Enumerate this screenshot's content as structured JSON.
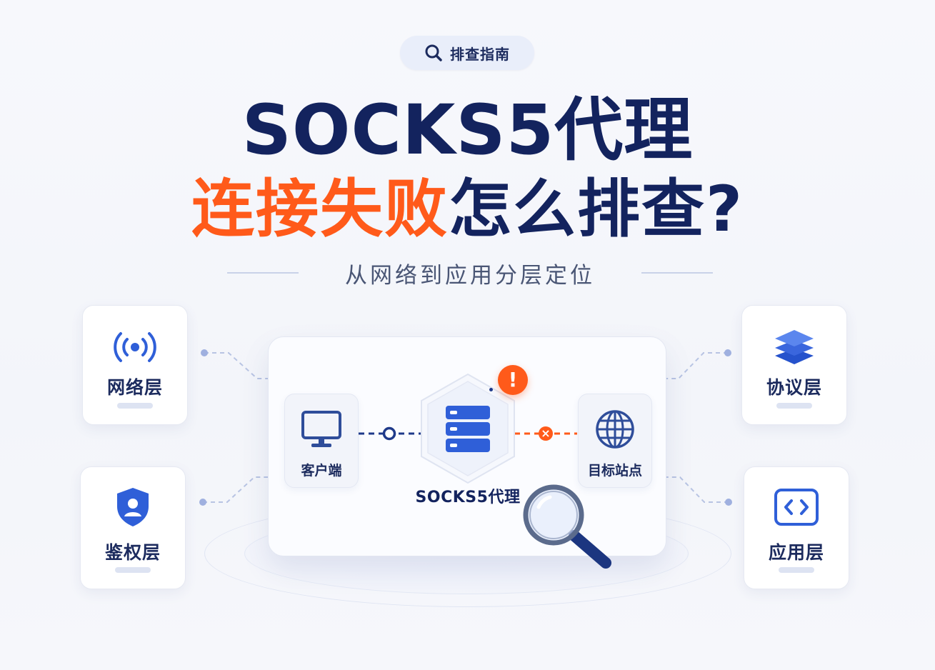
{
  "badge": {
    "icon": "search-icon",
    "label": "排查指南"
  },
  "title": {
    "line1": "SOCKS5代理",
    "line2_highlight": "连接失败",
    "line2_rest": "怎么排查?"
  },
  "subtitle": "从网络到应用分层定位",
  "layers": {
    "network": {
      "icon": "signal-icon",
      "label": "网络层"
    },
    "auth": {
      "icon": "shield-user-icon",
      "label": "鉴权层"
    },
    "protocol": {
      "icon": "layers-icon",
      "label": "协议层"
    },
    "application": {
      "icon": "code-icon",
      "label": "应用层"
    }
  },
  "diagram": {
    "client": {
      "icon": "monitor-icon",
      "label": "客户端"
    },
    "proxy": {
      "icon": "server-icon",
      "label": "SOCKS5代理",
      "alert": "!"
    },
    "target": {
      "icon": "globe-icon",
      "label": "目标站点"
    },
    "failure_marker": "×"
  },
  "colors": {
    "navy": "#13235e",
    "orange": "#ff5a1a",
    "blue": "#2f5fd8"
  }
}
